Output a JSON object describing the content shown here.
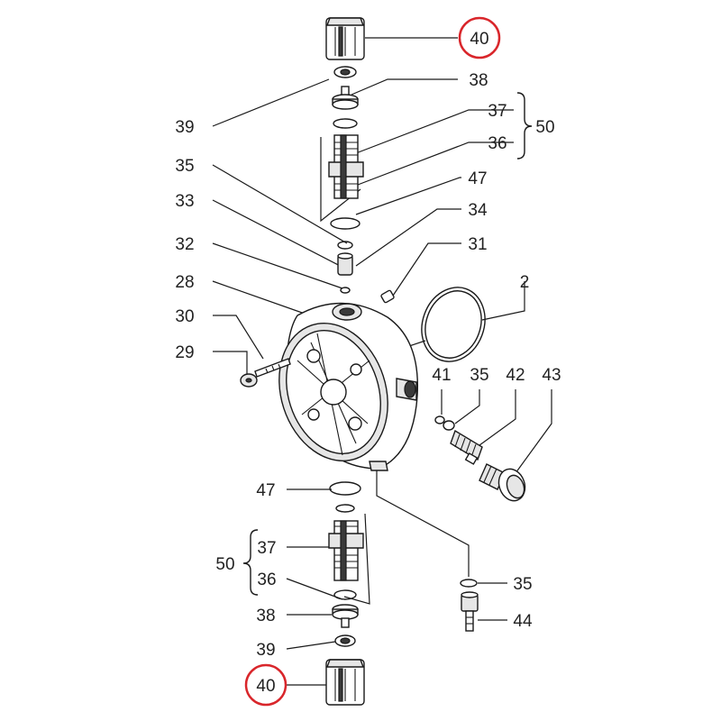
{
  "colors": {
    "highlight": "#d9262b",
    "ink": "#1a1a1a",
    "label": "#222222",
    "background": "#ffffff"
  },
  "labels": {
    "p40_top": "40",
    "p38_top": "38",
    "p39_top": "39",
    "p37_top": "37",
    "p36_top": "36",
    "p50_top": "50",
    "p35_left": "35",
    "p47_top": "47",
    "p33": "33",
    "p34": "34",
    "p32": "32",
    "p31": "31",
    "p28": "28",
    "p2": "2",
    "p30": "30",
    "p29": "29",
    "p41": "41",
    "p35_mid": "35",
    "p42": "42",
    "p43": "43",
    "p47_bottom": "47",
    "p50_bottom": "50",
    "p37_bottom": "37",
    "p36_bottom": "36",
    "p35_bottom": "35",
    "p38_bottom": "38",
    "p44": "44",
    "p39_bottom": "39",
    "p40_bottom": "40"
  }
}
